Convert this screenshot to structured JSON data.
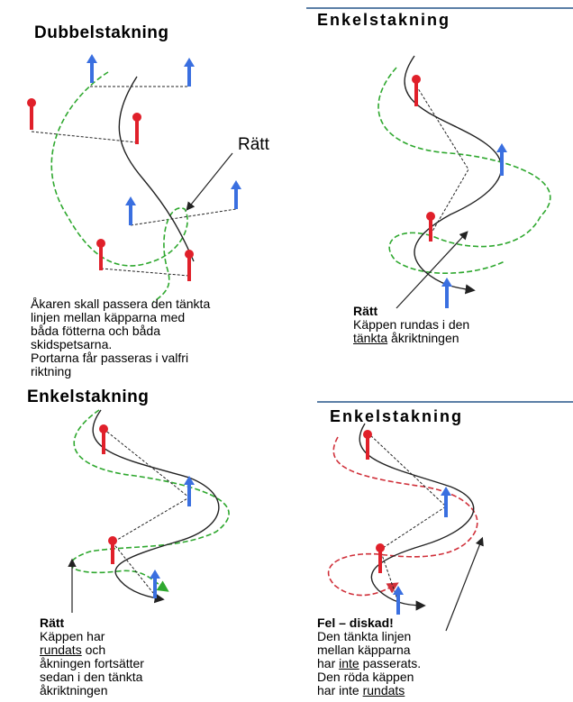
{
  "panels": {
    "dubbel": {
      "title": "Dubbelstakning",
      "label_right": "Rätt",
      "caption_lines": [
        "Åkaren skall passera den tänkta",
        "linjen mellan käpparna med",
        "båda fötterna och båda",
        "skidspetsarna.",
        "Portarna får passeras i valfri",
        "riktning"
      ]
    },
    "enkel1": {
      "title": "Enkelstakning",
      "caption_head": "Rätt",
      "caption_line1": "Käppen rundas i den",
      "caption_line2_u": "tänkta",
      "caption_line2_rest": " åkriktningen"
    },
    "enkel2": {
      "title": "Enkelstakning",
      "caption_head": "Rätt",
      "caption_line1_a": "Käppen har",
      "caption_line2_u": "rundats",
      "caption_line2_rest": " och",
      "caption_line3": "åkningen fortsätter",
      "caption_line4": "sedan i den tänkta",
      "caption_line5": "åkriktningen"
    },
    "enkel3": {
      "title": "Enkelstakning",
      "caption_head": "Fel – diskad!",
      "caption_line1": "Den tänkta linjen",
      "caption_line2": "mellan käpparna",
      "caption_line3_a": "har ",
      "caption_line3_u": "inte",
      "caption_line3_b": " passerats.",
      "caption_line4": "Den röda käppen",
      "caption_line5_a": "har inte ",
      "caption_line5_u": "rundats"
    }
  },
  "colors": {
    "red_pole": "#e0202a",
    "blue_pole": "#3a6fe0",
    "green_path": "#2fa82f",
    "red_path": "#d0303a",
    "line": "#222222",
    "rule": "#5b7fa6"
  }
}
